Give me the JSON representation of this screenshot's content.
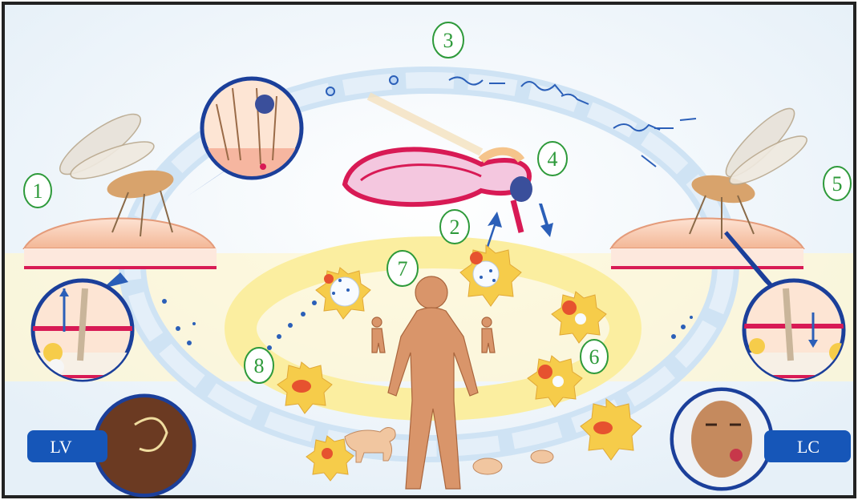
{
  "stages": [
    {
      "id": "1",
      "label": "1"
    },
    {
      "id": "2",
      "label": "2"
    },
    {
      "id": "3",
      "label": "3"
    },
    {
      "id": "4",
      "label": "4"
    },
    {
      "id": "5",
      "label": "5"
    },
    {
      "id": "6",
      "label": "6"
    },
    {
      "id": "7",
      "label": "7"
    },
    {
      "id": "8",
      "label": "8"
    }
  ],
  "badges": {
    "left": "LV",
    "right": "LC"
  },
  "colors": {
    "stage_number": "#2e9a3a",
    "badge_fill": "#1656b8",
    "cycle_arrow": "#c9dff2",
    "host_band": "#fff4b8",
    "skin": "#f6c2a4",
    "human_body": "#d9956a",
    "macrophage": "#f6cc4a",
    "vessel": "#d81a55"
  },
  "icons": [
    "sandfly-icon",
    "sandfly-gut-icon",
    "human-figure-icon",
    "dog-icon",
    "rodent-icon",
    "macrophage-icon",
    "promastigote-icon",
    "amastigote-icon"
  ]
}
